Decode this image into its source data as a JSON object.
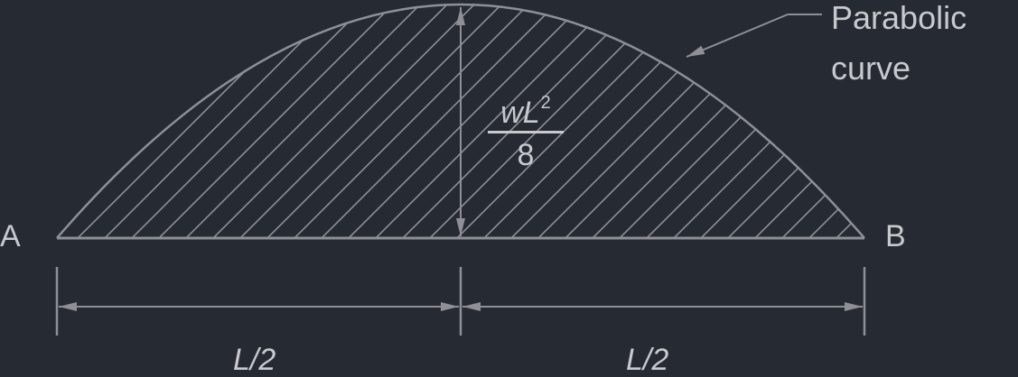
{
  "diagram": {
    "point_a": "A",
    "point_b": "B",
    "callout_line1": "Parabolic",
    "callout_line2": "curve",
    "height_numerator": "wL",
    "height_exponent": "2",
    "height_denominator": "8",
    "left_span": "L/2",
    "right_span": "L/2"
  },
  "colors": {
    "background": "#262a33",
    "lines": "#8e9096",
    "text": "#c7c9cd"
  }
}
